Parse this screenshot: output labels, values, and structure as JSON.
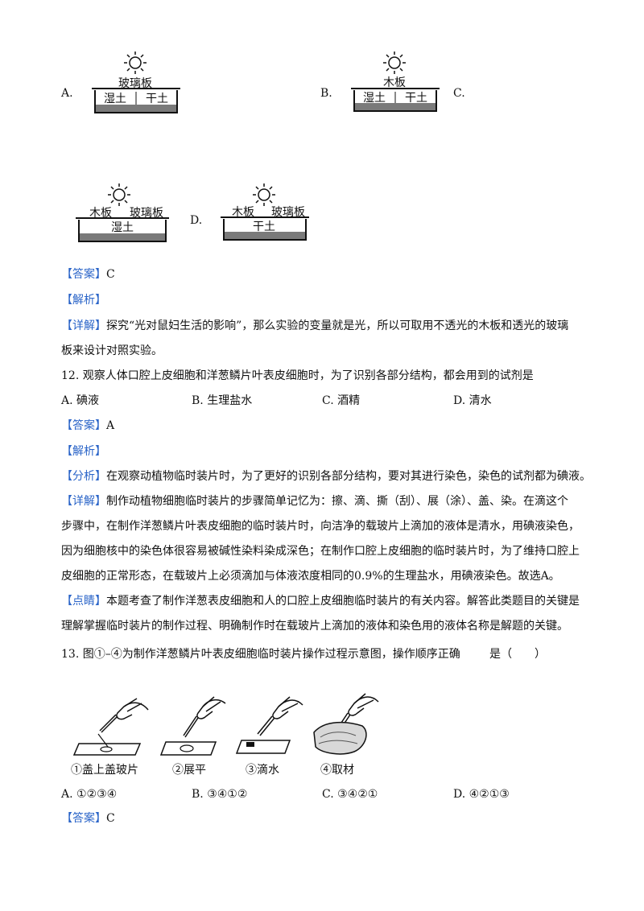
{
  "q11": {
    "option_a": "A.",
    "option_b": "B.",
    "option_c": "C.",
    "option_d": "D.",
    "fig_a": {
      "cover": "玻璃板",
      "left": "湿土",
      "right": "干土"
    },
    "fig_b": {
      "cover": "木板",
      "left": "湿土",
      "right": "干土"
    },
    "fig_c": {
      "cover_left": "木板",
      "cover_right": "玻璃板",
      "soil": "湿土"
    },
    "fig_d": {
      "cover_left": "木板",
      "cover_right": "玻璃板",
      "soil": "干土"
    },
    "answer_tag": "【答案】",
    "answer": "C",
    "analysis_tag": "【解析】",
    "detail_tag": "【详解】",
    "detail_line1": "探究“光对鼠妇生活的影响”，那么实验的变量就是光，所以可取用不透光的木板和透光的玻璃",
    "detail_line2": "板来设计对照实验。"
  },
  "q12": {
    "stem": "12. 观察人体口腔上皮细胞和洋葱鳞片叶表皮细胞时，为了识别各部分结构，都会用到的试剂是",
    "options": [
      "A. 碘液",
      "B. 生理盐水",
      "C. 酒精",
      "D. 清水"
    ],
    "answer_tag": "【答案】",
    "answer": "A",
    "analysis_tag": "【解析】",
    "fenxi_tag": "【分析】",
    "fenxi": "在观察动植物临时装片时，为了更好的识别各部分结构，要对其进行染色，染色的试剂都为碘液。",
    "detail_tag": "【详解】",
    "detail_line1": "制作动植物细胞临时装片的步骤简单记忆为：擦、滴、撕（刮）、展（涂）、盖、染。在滴这个",
    "detail_line2": "步骤中，在制作洋葱鳞片叶表皮细胞的临时装片时，向洁净的载玻片上滴加的液体是清水，用碘液染色，",
    "detail_line3": "因为细胞核中的染色体很容易被碱性染料染成深色；在制作口腔上皮细胞的临时装片时，为了维持口腔上",
    "detail_line4": "皮细胞的正常形态，在载玻片上必须滴加与体液浓度相同的0.9%的生理盐水，用碘液染色。故选A。",
    "dianjing_tag": "【点睛】",
    "dianjing_line1": "本题考查了制作洋葱表皮细胞和人的口腔上皮细胞临时装片的有关内容。解答此类题目的关键是",
    "dianjing_line2": "理解掌握临时装片的制作过程、明确制作时在载玻片上滴加的液体和染色用的液体名称是解题的关键。"
  },
  "q13": {
    "stem": "13. 图①–④为制作洋葱鳞片叶表皮细胞临时装片操作过程示意图，操作顺序正确",
    "stem_tail": "是（　　）",
    "fig_labels": [
      "①盖上盖玻片",
      "②展平",
      "③滴水",
      "④取材"
    ],
    "options": [
      "A. ①②③④",
      "B. ③④①②",
      "C. ③④②①",
      "D. ④②①③"
    ],
    "answer_tag": "【答案】",
    "answer": "C"
  },
  "colors": {
    "tag": "#2a64c8",
    "text": "#111111",
    "soil": "#7a7a7a"
  }
}
